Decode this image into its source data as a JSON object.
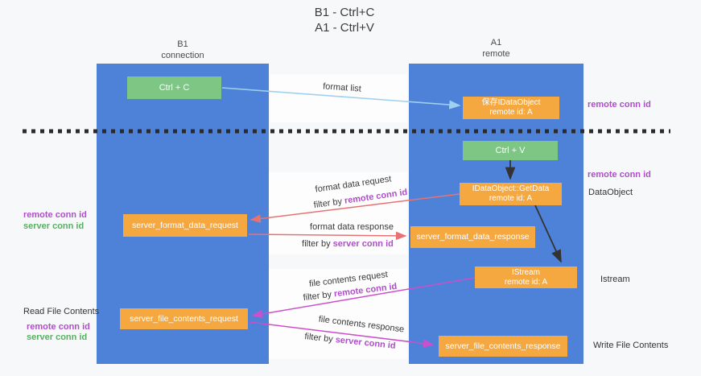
{
  "title": {
    "line1": "B1 - Ctrl+C",
    "line2": "A1 - Ctrl+V"
  },
  "columns": {
    "left": {
      "name": "B1",
      "role": "connection"
    },
    "right": {
      "name": "A1",
      "role": "remote"
    }
  },
  "nodes": {
    "ctrl_c": {
      "label": "Ctrl + C"
    },
    "ctrl_v": {
      "label": "Ctrl + V"
    },
    "save_dataobject": {
      "line1": "保存IDataObject",
      "line2": "remote id: A"
    },
    "getdata": {
      "line1": "IDataObject::GetData",
      "line2": "remote id: A"
    },
    "istream": {
      "line1": "IStream",
      "line2": "remote id: A"
    },
    "server_format_data_request": {
      "label": "server_format_data_request"
    },
    "server_format_data_response": {
      "label": "server_format_data_response"
    },
    "server_file_contents_request": {
      "label": "server_file_contents_request"
    },
    "server_file_contents_response": {
      "label": "server_file_contents_response"
    }
  },
  "edge_labels": {
    "format_list": "format list",
    "format_data_request": "format data request",
    "format_data_response": "format data response",
    "file_contents_request": "file contents request",
    "file_contents_response": "file contents response",
    "filter_prefix": "filter by ",
    "remote_conn_id": "remote conn id",
    "server_conn_id": "server conn id"
  },
  "side_labels": {
    "right_remote_conn_id_top": "remote conn id",
    "right_remote_conn_id_mid": "remote conn id",
    "dataobject": "DataObject",
    "istream": "Istream",
    "write_file_contents": "Write File Contents",
    "left_remote_conn_id_1": "remote conn id",
    "left_server_conn_id_1": "server conn id",
    "read_file_contents": "Read File Contents",
    "left_remote_conn_id_2": "remote conn id",
    "left_server_conn_id_2": "server conn id"
  },
  "colors": {
    "column_blue": "#4d82d8",
    "box_green": "#7dc684",
    "box_orange": "#f6a840",
    "arrow_lightblue": "#9fd0f0",
    "arrow_red": "#e87272",
    "arrow_magenta": "#cc4fcb",
    "arrow_black": "#333333",
    "dashed_line": "#2b2b2b",
    "text_purple": "#ad4fc8",
    "text_green": "#56b060",
    "background": "#f7f8f9"
  }
}
